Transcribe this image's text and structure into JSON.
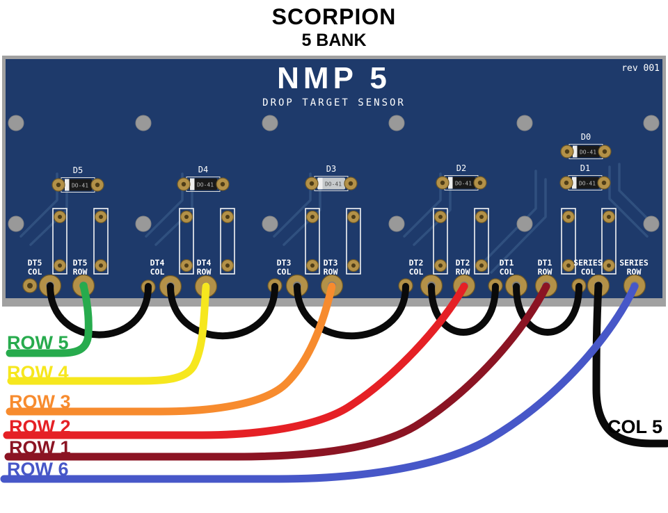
{
  "header": {
    "title": "SCORPION",
    "subtitle": "5 BANK"
  },
  "board": {
    "name": "NMP 5",
    "tagline": "DROP TARGET SENSOR",
    "rev": "rev 001"
  },
  "diodes": [
    {
      "label": "D5",
      "package": "DO-41"
    },
    {
      "label": "D4",
      "package": "DO-41"
    },
    {
      "label": "D3",
      "package": "DO-41"
    },
    {
      "label": "D2",
      "package": "DO-41"
    },
    {
      "label": "D0",
      "package": "DO-41"
    },
    {
      "label": "D1",
      "package": "DO-41"
    }
  ],
  "pad_labels": [
    {
      "line1": "DT5",
      "line2": "COL"
    },
    {
      "line1": "DT5",
      "line2": "ROW"
    },
    {
      "line1": "DT4",
      "line2": "COL"
    },
    {
      "line1": "DT4",
      "line2": "ROW"
    },
    {
      "line1": "DT3",
      "line2": "COL"
    },
    {
      "line1": "DT3",
      "line2": "ROW"
    },
    {
      "line1": "DT2",
      "line2": "COL"
    },
    {
      "line1": "DT2",
      "line2": "ROW"
    },
    {
      "line1": "DT1",
      "line2": "COL"
    },
    {
      "line1": "DT1",
      "line2": "ROW"
    },
    {
      "line1": "SERIES",
      "line2": "COL"
    },
    {
      "line1": "SERIES",
      "line2": "ROW"
    }
  ],
  "wire_labels": {
    "rows": [
      {
        "text": "ROW 5",
        "color": "#27ab4d"
      },
      {
        "text": "ROW 4",
        "color": "#f6e71e"
      },
      {
        "text": "ROW 3",
        "color": "#f78b2e"
      },
      {
        "text": "ROW 2",
        "color": "#e52025"
      },
      {
        "text": "ROW 1",
        "color": "#8b1423"
      },
      {
        "text": "ROW 6",
        "color": "#4757c8"
      }
    ],
    "col": {
      "text": "COL 5",
      "color": "#000000"
    }
  },
  "colors": {
    "pcb": "#1e3a6b",
    "frame": "#a1a1a1",
    "trace": "#30507f",
    "hole": "#999999",
    "pad_gold": "#b39148",
    "pad_gold_edge": "#6e5826",
    "pad_center_small": "#4e3d18",
    "pad_center_large": "#7d7d7d",
    "silk_white": "#f5f5f5",
    "diode_body": "#191919",
    "diode_body_light": "#c6cacc",
    "diode_band": "#eeeeee",
    "diode_lead": "#c8c8c8",
    "wire_black": "#0a0a0a"
  }
}
